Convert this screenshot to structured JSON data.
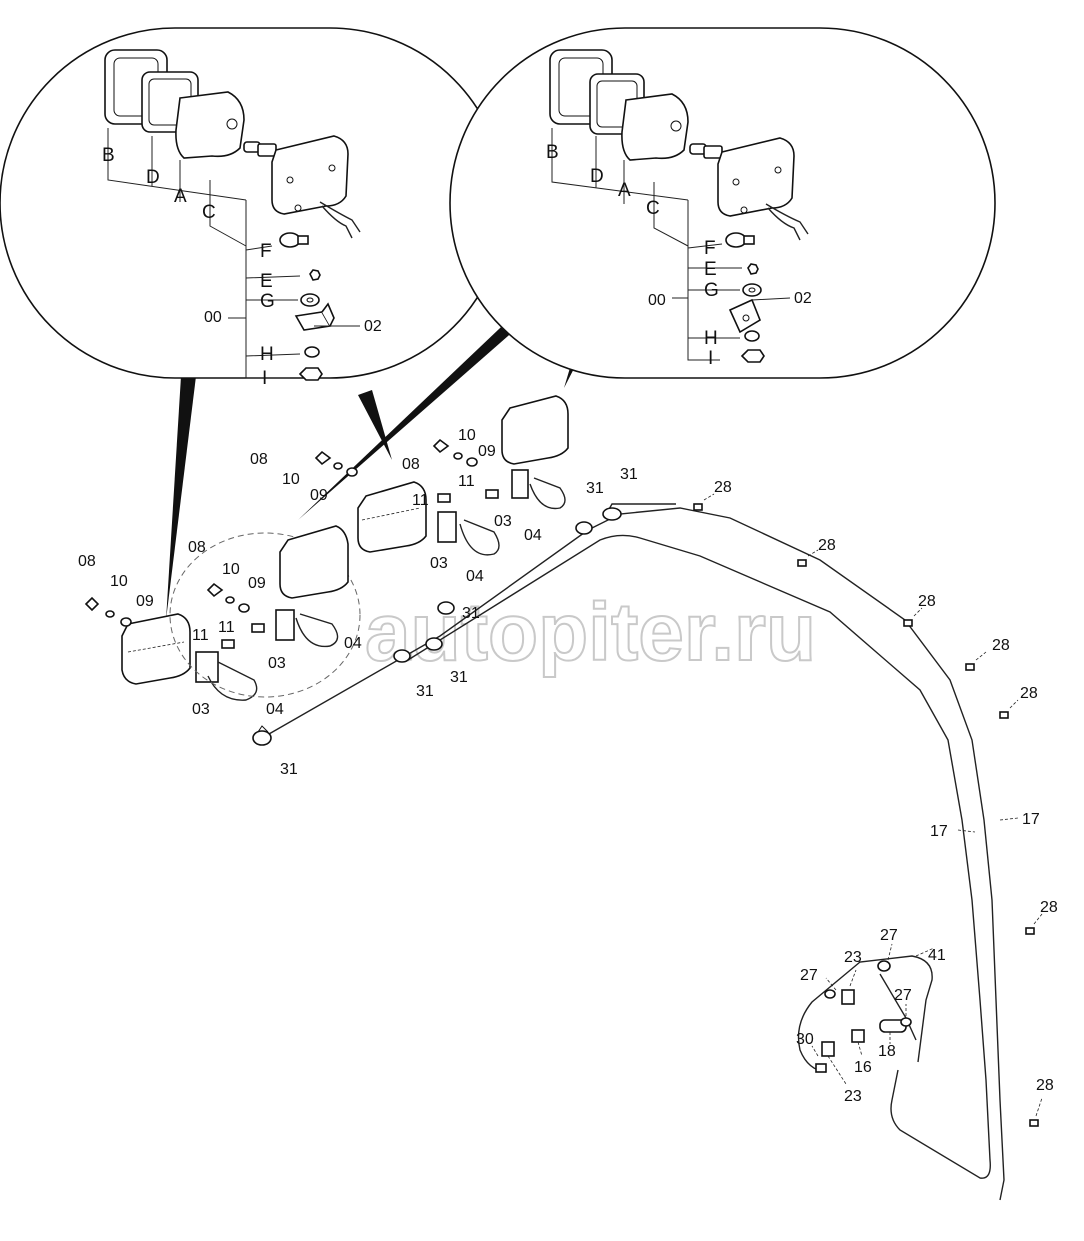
{
  "watermark": "autopiter.ru",
  "detail_views": [
    {
      "letter_labels": [
        "B",
        "D",
        "A",
        "C",
        "F",
        "E",
        "G",
        "H",
        "I"
      ],
      "assembly_label": "00",
      "bracket_label": "02"
    },
    {
      "letter_labels": [
        "B",
        "D",
        "A",
        "C",
        "F",
        "E",
        "G",
        "H",
        "I"
      ],
      "assembly_label": "00",
      "bracket_label": "02"
    }
  ],
  "lamp_groups": [
    {
      "nut": "08",
      "spring_washer": "10",
      "washer": "09",
      "bolt": "11",
      "bracket": "03",
      "u_bolt": "04"
    },
    {
      "nut": "08",
      "spring_washer": "10",
      "washer": "09",
      "bolt": "11",
      "bracket": "03",
      "u_bolt": "04"
    },
    {
      "nut": "08",
      "spring_washer": "10",
      "washer": "09",
      "bolt": "11",
      "bracket": "03",
      "u_bolt": "04"
    },
    {
      "nut": "08",
      "spring_washer": "10",
      "washer": "09",
      "bolt": "11",
      "bracket": "03",
      "u_bolt": "04"
    }
  ],
  "harness_labels": {
    "clamps": [
      "31",
      "31",
      "31",
      "31",
      "31",
      "31"
    ],
    "clips": [
      "28",
      "28",
      "28",
      "28",
      "28",
      "28",
      "28"
    ],
    "harness": [
      "17",
      "17"
    ],
    "switch_area": [
      "27",
      "41",
      "27",
      "23",
      "27",
      "30",
      "16",
      "18",
      "23"
    ]
  }
}
